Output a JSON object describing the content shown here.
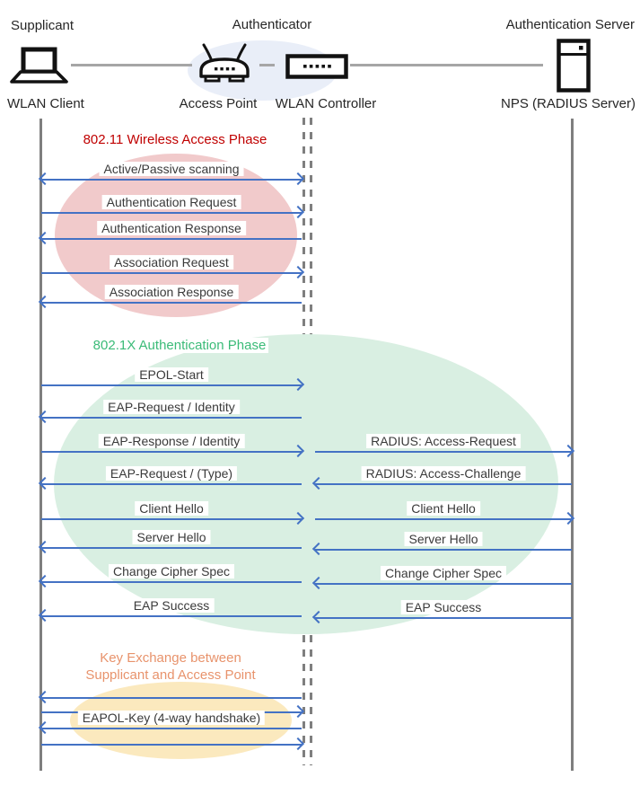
{
  "header": {
    "roles": [
      {
        "label": "Supplicant"
      },
      {
        "label": "Authenticator"
      },
      {
        "label": "Authentication Server"
      }
    ],
    "devices": [
      {
        "label": "WLAN Client",
        "icon": "laptop-icon"
      },
      {
        "label": "Access Point",
        "icon": "access-point-icon"
      },
      {
        "label": "WLAN Controller",
        "icon": "wlan-controller-icon"
      },
      {
        "label": "NPS (RADIUS Server)",
        "icon": "server-icon"
      }
    ]
  },
  "phases": [
    {
      "name": "wireless-access",
      "title": "802.11 Wireless Access Phase",
      "title_color": "#C00000",
      "ellipse_color": "#F1CACB"
    },
    {
      "name": "authentication",
      "title": "802.1X Authentication Phase",
      "title_color": "#3BBB78",
      "ellipse_color": "#D9EFE2"
    },
    {
      "name": "key-exchange",
      "title_line1": "Key Exchange between",
      "title_line2": "Supplicant and Access Point",
      "title_color": "#E8936C",
      "ellipse_color": "#FBE9BE"
    }
  ],
  "messages_left": [
    {
      "label": "Active/Passive scanning",
      "direction": "both"
    },
    {
      "label": "Authentication Request",
      "direction": "right"
    },
    {
      "label": "Authentication Response",
      "direction": "left"
    },
    {
      "label": "Association Request",
      "direction": "right"
    },
    {
      "label": "Association Response",
      "direction": "left"
    },
    {
      "label": "EPOL-Start",
      "direction": "right"
    },
    {
      "label": "EAP-Request / Identity",
      "direction": "left"
    },
    {
      "label": "EAP-Response / Identity",
      "direction": "right"
    },
    {
      "label": "EAP-Request / (Type)",
      "direction": "left"
    },
    {
      "label": "Client Hello",
      "direction": "right"
    },
    {
      "label": "Server Hello",
      "direction": "left"
    },
    {
      "label": "Change Cipher Spec",
      "direction": "left"
    },
    {
      "label": "EAP Success",
      "direction": "left"
    },
    {
      "label": "",
      "direction": "left"
    },
    {
      "label": "",
      "direction": "right"
    },
    {
      "label": "EAPOL-Key (4-way handshake)",
      "direction": "left"
    },
    {
      "label": "",
      "direction": "right"
    }
  ],
  "messages_right": [
    {
      "label": "RADIUS: Access-Request",
      "direction": "right"
    },
    {
      "label": "RADIUS: Access-Challenge",
      "direction": "left"
    },
    {
      "label": "Client Hello",
      "direction": "right"
    },
    {
      "label": "Server Hello",
      "direction": "left"
    },
    {
      "label": "Change Cipher Spec",
      "direction": "left"
    },
    {
      "label": "EAP Success",
      "direction": "left"
    }
  ],
  "colors": {
    "arrow": "#4472C4",
    "lifeline": "#7F7F7F",
    "connector": "#A6A6A6",
    "authenticator_ellipse": "#E9EEF8",
    "message_text": "#3A3A3A"
  }
}
